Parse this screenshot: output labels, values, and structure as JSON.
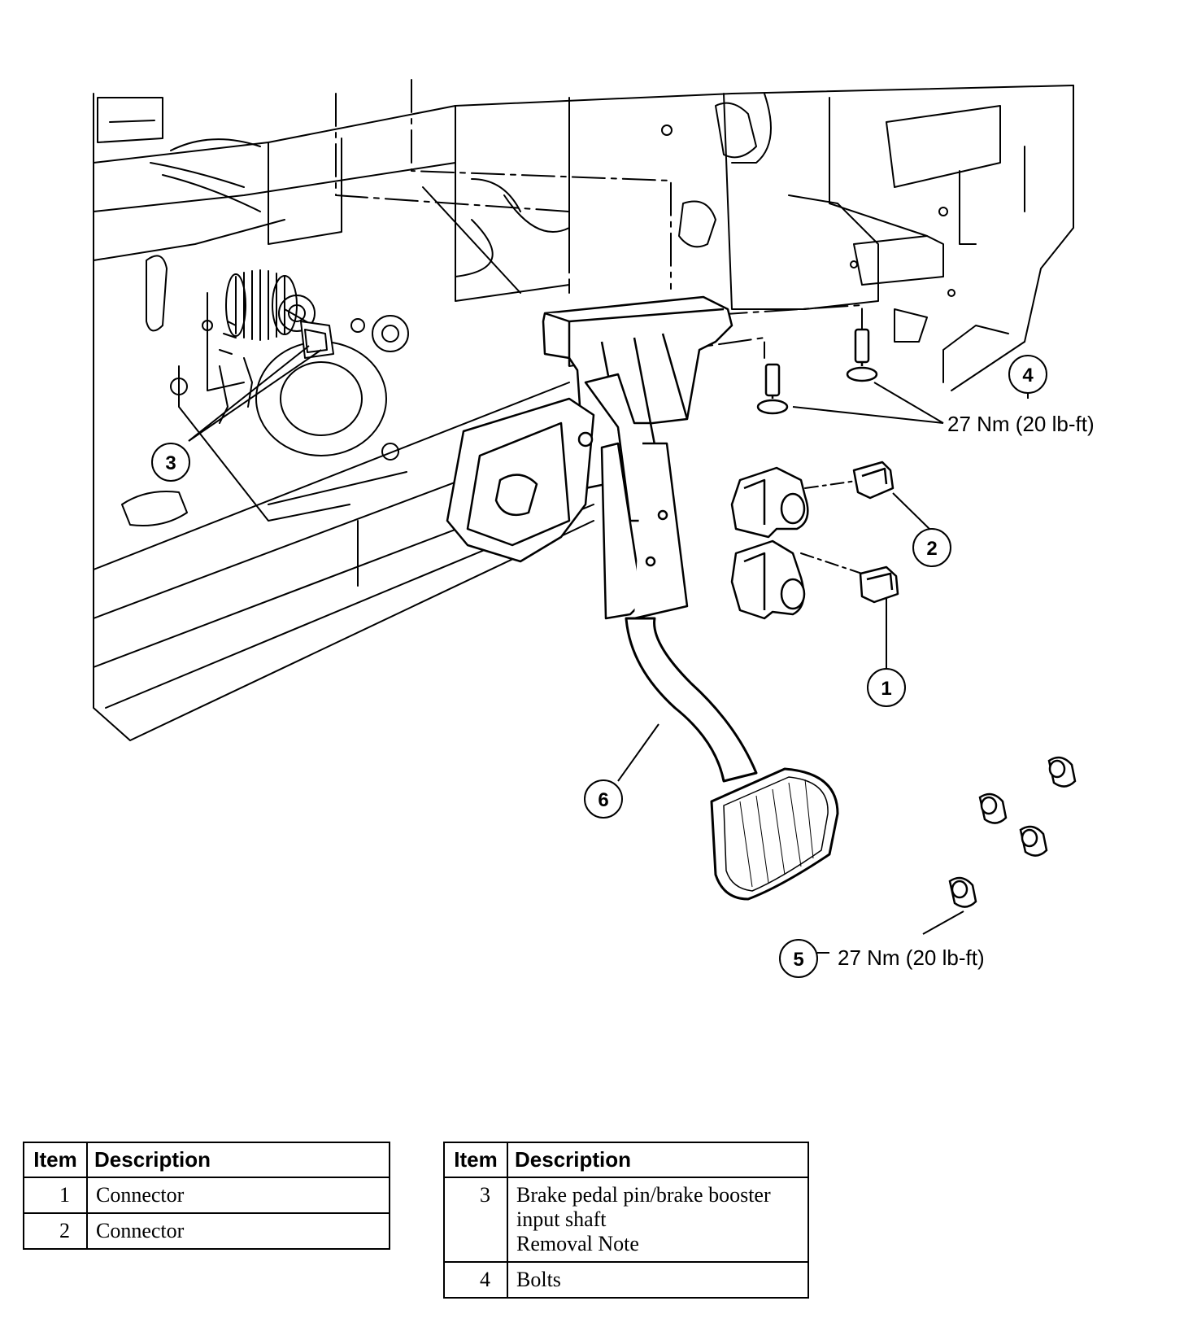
{
  "figure": {
    "callouts": [
      "1",
      "2",
      "3",
      "4",
      "5",
      "6"
    ],
    "torque_4": "27 Nm (20 lb-ft)",
    "torque_5": "27 Nm (20 lb-ft)"
  },
  "tables": {
    "left": {
      "headers": [
        "Item",
        "Description"
      ],
      "rows": [
        {
          "item": "1",
          "description": "Connector"
        },
        {
          "item": "2",
          "description": "Connector"
        }
      ]
    },
    "right": {
      "headers": [
        "Item",
        "Description"
      ],
      "rows": [
        {
          "item": "3",
          "description_lines": [
            "Brake pedal pin/brake booster",
            "input shaft",
            "Removal Note"
          ]
        },
        {
          "item": "4",
          "description_lines": [
            "Bolts"
          ]
        }
      ]
    }
  }
}
